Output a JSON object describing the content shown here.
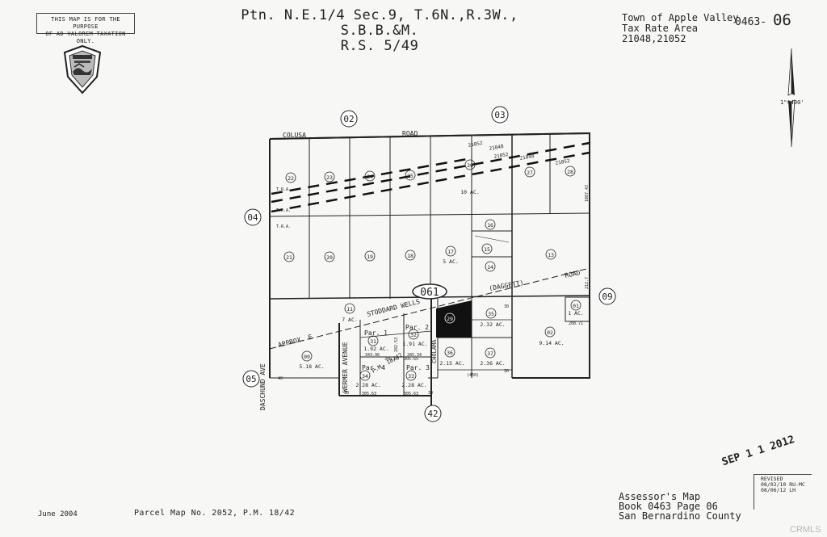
{
  "header": {
    "notice_line1": "THIS MAP IS FOR THE PURPOSE",
    "notice_line2": "OF AD VALOREM TAXATION ONLY.",
    "title_line1": "Ptn. N.E.1/4 Sec.9, T.6N.,R.3W., S.B.B.&M.",
    "title_line2": "R.S. 5/49",
    "town": "Town of Apple Valley",
    "tax_rate": "Tax Rate Area",
    "tra_codes": "21048,21052",
    "map_book": "0463-",
    "map_page": "06",
    "scale": "1\"=400'"
  },
  "footer": {
    "date": "June 2004",
    "parcel_map": "Parcel Map No. 2052, P.M. 18/42",
    "assessor_line1": "Assessor's Map",
    "assessor_line2": "Book 0463 Page 06",
    "assessor_line3": "San Bernardino County",
    "revised_label": "REVISED",
    "revised_1": "08/02/10 RU-MC",
    "revised_2": "08/06/12 LH",
    "stamp": "SEP 1 1 2012",
    "watermark": "CRMLS"
  },
  "map": {
    "roads": {
      "colusa": "COLUSA",
      "road": "ROAD",
      "daggett": "(DAGGETT)",
      "daggett_road": "ROAD",
      "stoddard": "STODDARD WELLS",
      "approx": "APPROX. E",
      "wermer": "WERMER AVENUE",
      "daschund": "DASCHUND AVE",
      "pm": "P.M. 18/42",
      "cholama": "CHOLAMA"
    },
    "adjacent": [
      "02",
      "03",
      "04",
      "09",
      "05",
      "42"
    ],
    "road_book": "061",
    "tra_labels": [
      "21052",
      "21048",
      "21052",
      "21048",
      "21052",
      "T.R.A.",
      "T.R.A.",
      "T.R.A."
    ],
    "parcels": {
      "p22": "22",
      "p23": "23",
      "p24": "24",
      "p25": "25",
      "p26": "26",
      "p27": "27",
      "p28": "28",
      "p21": "21",
      "p20": "20",
      "p19": "19",
      "p18": "18",
      "p17": "17",
      "p16": "16",
      "p15": "15",
      "p14": "14",
      "p13": "13",
      "p11": "11",
      "p09": "09",
      "p01": "01",
      "p02": "02",
      "p29": "29",
      "p35": "35",
      "p36": "36",
      "p37": "37",
      "p31": "31",
      "p32": "32",
      "p33": "33",
      "p34": "34"
    },
    "acreage": {
      "a26": "10 AC.",
      "a17": "5 AC.",
      "a11": "7 AC.",
      "a09": "5.18 AC.",
      "a01": "1 AC.",
      "a02": "9.14 AC.",
      "a35": "2.32 AC.",
      "a36": "2.15 AC.",
      "a37": "2.36 AC.",
      "a31": "1.92 AC.",
      "a32": "1.91 AC.",
      "a33": "2.28 AC.",
      "a34": "2.28 AC."
    },
    "par_labels": {
      "par1": "Par. 1",
      "par2": "Par. 2",
      "par3": "Par. 3",
      "par4": "Par. 4"
    },
    "dims": {
      "d1": "305.65",
      "d2": "305.65",
      "d3": "305.63",
      "d4": "305.63",
      "d5": "343.96",
      "d6": "285.34",
      "d7": "208.71",
      "d8": "1087.43",
      "d9": "212.7",
      "d10": "30",
      "d11": "30",
      "d12": "30",
      "d13": "40",
      "d14": "(450)",
      "d15": "282.53",
      "d16": "30"
    }
  }
}
